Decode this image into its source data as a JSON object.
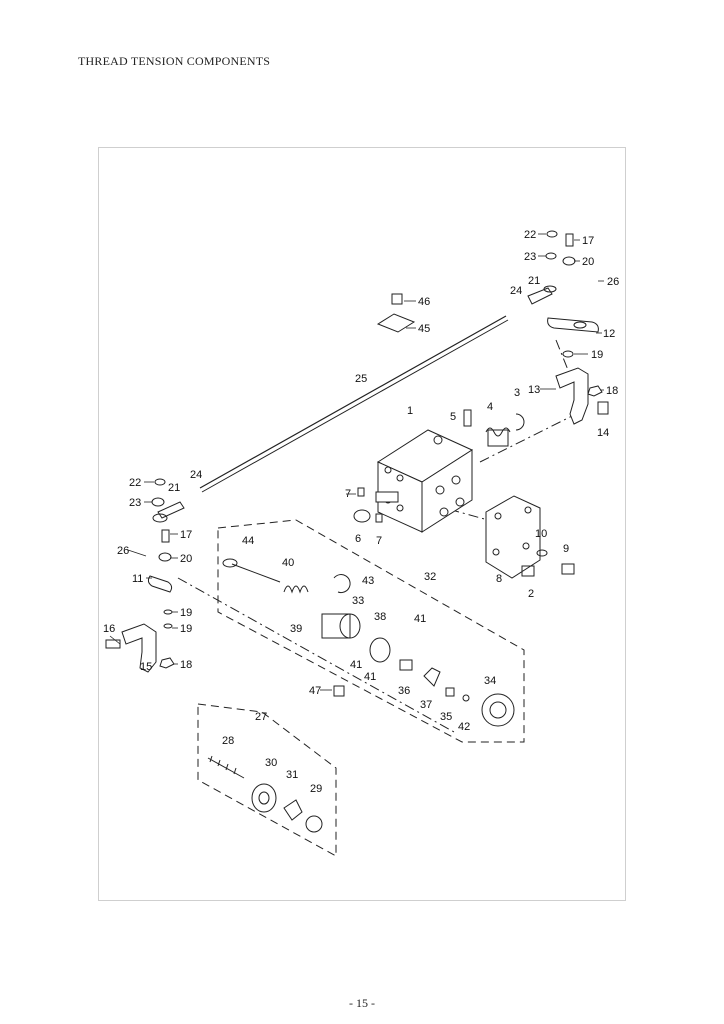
{
  "page": {
    "title": "THREAD TENSION COMPONENTS",
    "page_number": "- 15 -"
  },
  "parts": [
    {
      "id": "p1",
      "label": "1"
    },
    {
      "id": "p2",
      "label": "2"
    },
    {
      "id": "p3",
      "label": "3"
    },
    {
      "id": "p4",
      "label": "4"
    },
    {
      "id": "p5",
      "label": "5"
    },
    {
      "id": "p6",
      "label": "6"
    },
    {
      "id": "p7a",
      "label": "7"
    },
    {
      "id": "p7b",
      "label": "7"
    },
    {
      "id": "p8",
      "label": "8"
    },
    {
      "id": "p9",
      "label": "9"
    },
    {
      "id": "p10",
      "label": "10"
    },
    {
      "id": "p11",
      "label": "11"
    },
    {
      "id": "p12",
      "label": "12"
    },
    {
      "id": "p13",
      "label": "13"
    },
    {
      "id": "p14",
      "label": "14"
    },
    {
      "id": "p15",
      "label": "15"
    },
    {
      "id": "p16",
      "label": "16"
    },
    {
      "id": "p17a",
      "label": "17"
    },
    {
      "id": "p17b",
      "label": "17"
    },
    {
      "id": "p18a",
      "label": "18"
    },
    {
      "id": "p18b",
      "label": "18"
    },
    {
      "id": "p19a",
      "label": "19"
    },
    {
      "id": "p19b",
      "label": "19"
    },
    {
      "id": "p19c",
      "label": "19"
    },
    {
      "id": "p20a",
      "label": "20"
    },
    {
      "id": "p20b",
      "label": "20"
    },
    {
      "id": "p21a",
      "label": "21"
    },
    {
      "id": "p21b",
      "label": "21"
    },
    {
      "id": "p22a",
      "label": "22"
    },
    {
      "id": "p22b",
      "label": "22"
    },
    {
      "id": "p23a",
      "label": "23"
    },
    {
      "id": "p23b",
      "label": "23"
    },
    {
      "id": "p24a",
      "label": "24"
    },
    {
      "id": "p24b",
      "label": "24"
    },
    {
      "id": "p25",
      "label": "25"
    },
    {
      "id": "p26a",
      "label": "26"
    },
    {
      "id": "p26b",
      "label": "26"
    },
    {
      "id": "p27",
      "label": "27"
    },
    {
      "id": "p28",
      "label": "28"
    },
    {
      "id": "p29",
      "label": "29"
    },
    {
      "id": "p30",
      "label": "30"
    },
    {
      "id": "p31",
      "label": "31"
    },
    {
      "id": "p32",
      "label": "32"
    },
    {
      "id": "p33",
      "label": "33"
    },
    {
      "id": "p34",
      "label": "34"
    },
    {
      "id": "p35",
      "label": "35"
    },
    {
      "id": "p36",
      "label": "36"
    },
    {
      "id": "p37",
      "label": "37"
    },
    {
      "id": "p38",
      "label": "38"
    },
    {
      "id": "p39",
      "label": "39"
    },
    {
      "id": "p40",
      "label": "40"
    },
    {
      "id": "p41a",
      "label": "41"
    },
    {
      "id": "p41b",
      "label": "41"
    },
    {
      "id": "p41c",
      "label": "41"
    },
    {
      "id": "p42",
      "label": "42"
    },
    {
      "id": "p43",
      "label": "43"
    },
    {
      "id": "p44",
      "label": "44"
    },
    {
      "id": "p45",
      "label": "45"
    },
    {
      "id": "p46",
      "label": "46"
    },
    {
      "id": "p47",
      "label": "47"
    }
  ]
}
